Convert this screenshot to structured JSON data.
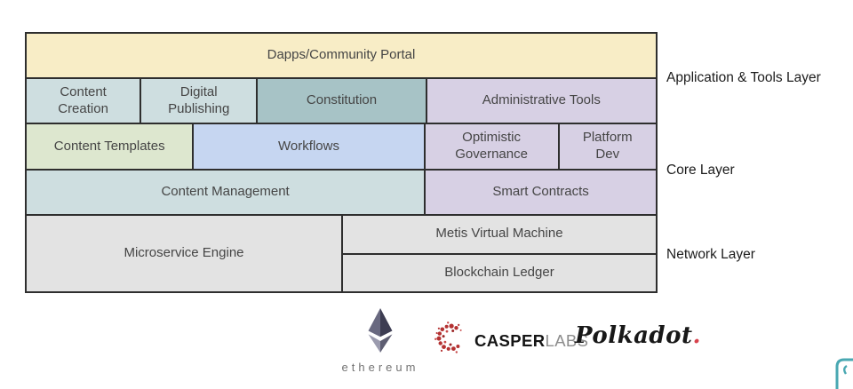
{
  "diagram": {
    "portal": "Dapps/Community Portal",
    "content_creation": "Content Creation",
    "digital_publishing": "Digital Publishing",
    "constitution": "Constitution",
    "administrative_tools": "Administrative Tools",
    "content_templates": "Content Templates",
    "workflows": "Workflows",
    "optimistic_governance": "Optimistic Governance",
    "platform_dev": "Platform Dev",
    "content_management": "Content Management",
    "smart_contracts": "Smart Contracts",
    "microservice_engine": "Microservice Engine",
    "metis_virtual_machine": "Metis Virtual Machine",
    "blockchain_ledger": "Blockchain Ledger"
  },
  "layers": {
    "application": "Application & Tools Layer",
    "core": "Core Layer",
    "network": "Network Layer"
  },
  "logos": {
    "ethereum_label": "ethereum",
    "casper_bold": "CASPER",
    "casper_light": "LABS",
    "polkadot_label": "Polkadot",
    "polkadot_dot": "."
  },
  "colors": {
    "portal_bg": "#f8edc6",
    "teal_light_bg": "#cedee0",
    "teal_dark_bg": "#a7c3c6",
    "lavender_bg": "#d7d0e4",
    "green_bg": "#dde7cf",
    "blue_bg": "#c6d6f1",
    "grey_bg": "#e3e3e3",
    "border": "#2e2e2e",
    "casper_red": "#b43232",
    "polkadot_red": "#d8434d",
    "corner_teal": "#49a8b2"
  }
}
